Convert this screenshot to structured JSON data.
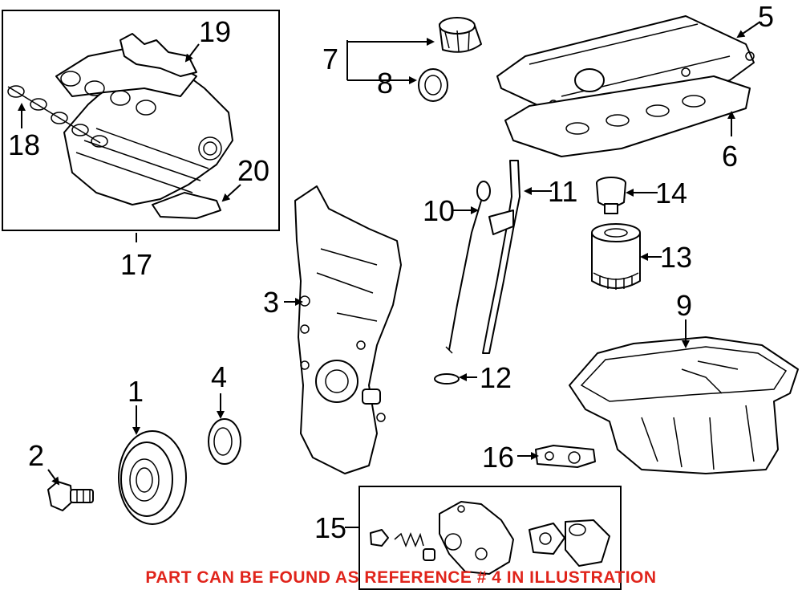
{
  "callouts": {
    "c1": "1",
    "c2": "2",
    "c3": "3",
    "c4": "4",
    "c5": "5",
    "c6": "6",
    "c7": "7",
    "c8": "8",
    "c9": "9",
    "c10": "10",
    "c11": "11",
    "c12": "12",
    "c13": "13",
    "c14": "14",
    "c15": "15",
    "c16": "16",
    "c17": "17",
    "c18": "18",
    "c19": "19",
    "c20": "20"
  },
  "footer_note": "PART CAN BE FOUND AS REFERENCE # 4 IN ILLUSTRATION",
  "colors": {
    "line": "#000000",
    "note": "#e0241b",
    "background": "#ffffff"
  }
}
